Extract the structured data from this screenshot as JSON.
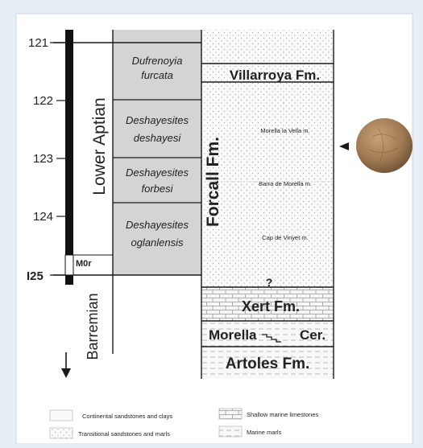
{
  "ages": [
    {
      "label": "121"
    },
    {
      "label": "122"
    },
    {
      "label": "123"
    },
    {
      "label": "124"
    },
    {
      "label": "I25"
    }
  ],
  "chron_label": "M0r",
  "stages": {
    "upper": "Lower Aptian",
    "lower": "Barremian"
  },
  "ammonite_zones": [
    {
      "line1": "Dufrenoyia",
      "line2": "furcata"
    },
    {
      "line1": "Deshayesites",
      "line2": "deshayesi"
    },
    {
      "line1": "Deshayesites",
      "line2": "forbesi"
    },
    {
      "line1": "Deshayesites",
      "line2": "oglanlensis"
    }
  ],
  "formation_label": "Forcall Fm.",
  "units": {
    "villarroya": "Villarroya Fm.",
    "question": "?",
    "xert": "Xert Fm.",
    "morella": "Morella",
    "cer": "Cer.",
    "artoles": "Artoles Fm."
  },
  "members": [
    {
      "label": "Morella la Vella m."
    },
    {
      "label": "Barra de Morella m."
    },
    {
      "label": "Cap de Vinyet m."
    }
  ],
  "legend": [
    {
      "label": "Continental sandstones and clays"
    },
    {
      "label": "Shallow marine limestones"
    },
    {
      "label": "Transitional sandstones and marls"
    },
    {
      "label": "Marine marls"
    }
  ],
  "colors": {
    "zone_fill": "#d4d4d4",
    "line": "#1a1a1a",
    "panel_bg": "#ffffff",
    "page_bg": "#e8eef6",
    "fossil": "#a07a52"
  }
}
